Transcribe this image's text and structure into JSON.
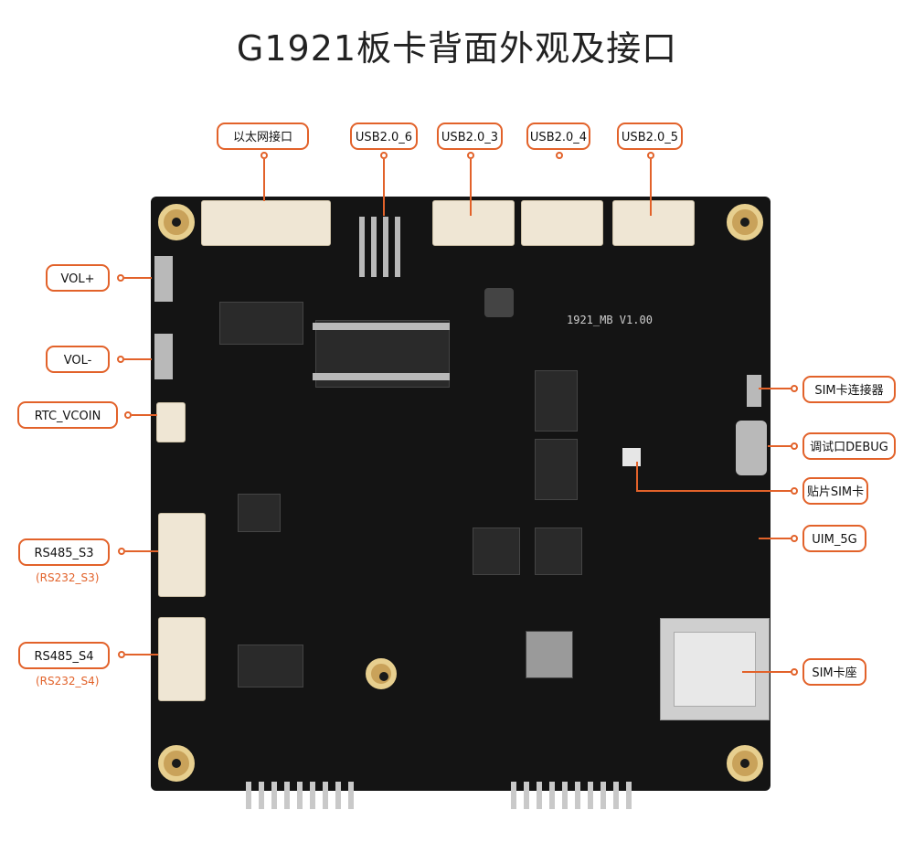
{
  "title": "G1921板卡背面外观及接口",
  "board_marking": "1921_MB V1.00",
  "labels": {
    "ethernet": "以太网接口",
    "usb6": "USB2.0_6",
    "usb3": "USB2.0_3",
    "usb4": "USB2.0_4",
    "usb5": "USB2.0_5",
    "vol_plus": "VOL+",
    "vol_minus": "VOL-",
    "rtc": "RTC_VCOIN",
    "rs485_s3": "RS485_S3",
    "rs232_s3": "(RS232_S3)",
    "rs485_s4": "RS485_S4",
    "rs232_s4": "(RS232_S4)",
    "sim_connector": "SIM卡连接器",
    "debug": "调试口DEBUG",
    "smd_sim": "贴片SIM卡",
    "uim_5g": "UIM_5G",
    "sim_socket": "SIM卡座"
  },
  "colors": {
    "accent": "#e2622a",
    "board": "#141414"
  }
}
